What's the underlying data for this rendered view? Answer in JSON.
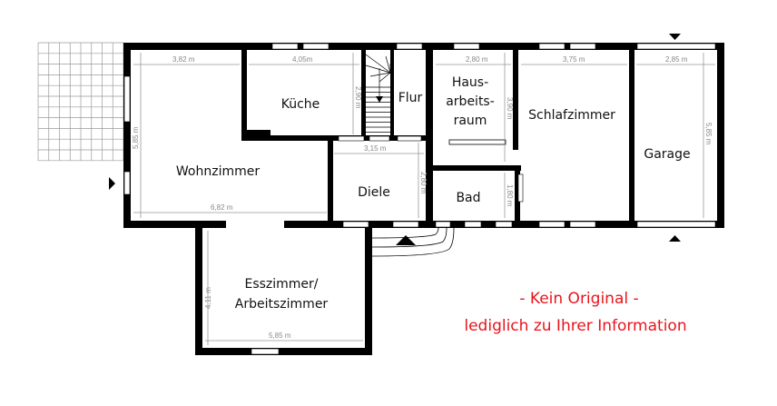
{
  "rooms": {
    "wohnzimmer": "Wohnzimmer",
    "kueche": "Küche",
    "flur": "Flur",
    "hausarbeitsraum": [
      "Haus-",
      "arbeits-",
      "raum"
    ],
    "schlafzimmer": "Schlafzimmer",
    "garage": "Garage",
    "diele": "Diele",
    "bad": "Bad",
    "esszimmer": [
      "Esszimmer/",
      "Arbeitszimmer"
    ]
  },
  "dimensions": {
    "wohnzimmer_width": "3,82 m",
    "wohnzimmer_depth": "5,85 m",
    "wohnzimmer_full_width": "6,82 m",
    "kueche_width": "4,05m",
    "kueche_depth": "2,90 m",
    "diele_width": "3,15 m",
    "diele_depth": "2,80 m",
    "hausarbeitsraum_width": "2,80 m",
    "hausarbeitsraum_depth": "3,90 m",
    "bad_depth": "1,80 m",
    "schlafzimmer_width": "3,75 m",
    "garage_width": "2,85 m",
    "garage_depth": "5,85 m",
    "esszimmer_depth": "4,11 m",
    "esszimmer_width": "5,85 m"
  },
  "notice": [
    "- Kein Original -",
    "lediglich zu Ihrer Information"
  ],
  "colors": {
    "notice": "#e8141b",
    "walls": "#000000",
    "dimension": "#999999"
  }
}
